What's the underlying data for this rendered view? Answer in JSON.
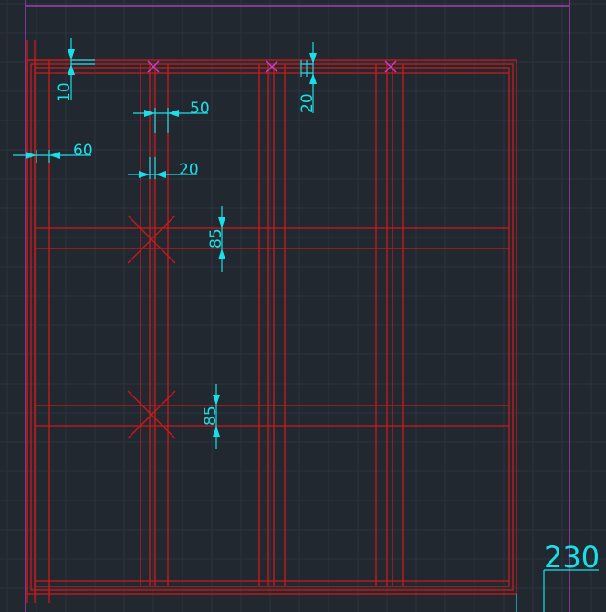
{
  "colors": {
    "background": "#212830",
    "grid": "#2c3440",
    "red": "#d01818",
    "dimension": "#19e0e8",
    "magenta": "#c040d0"
  },
  "dimensions": {
    "d10": "10",
    "d50": "50",
    "d20_top": "20",
    "d60": "60",
    "d20_left": "20",
    "d85_upper": "85",
    "d85_lower": "85",
    "d230": "230"
  }
}
